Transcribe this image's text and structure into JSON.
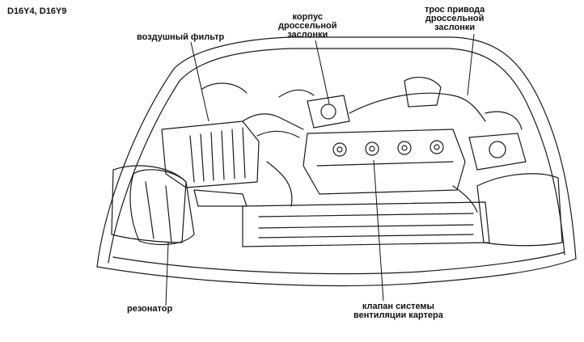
{
  "figure": {
    "model_code": "D16Y4, D16Y9",
    "labels": {
      "air_filter": "воздушный фильтр",
      "throttle_body": [
        "корпус",
        "дроссельной",
        "заслонки"
      ],
      "throttle_cable": [
        "трос привода",
        "дроссельной",
        "заслонки"
      ],
      "resonator": "резонатор",
      "pcv_valve": [
        "клапан системы",
        "вентиляции картера"
      ]
    }
  }
}
